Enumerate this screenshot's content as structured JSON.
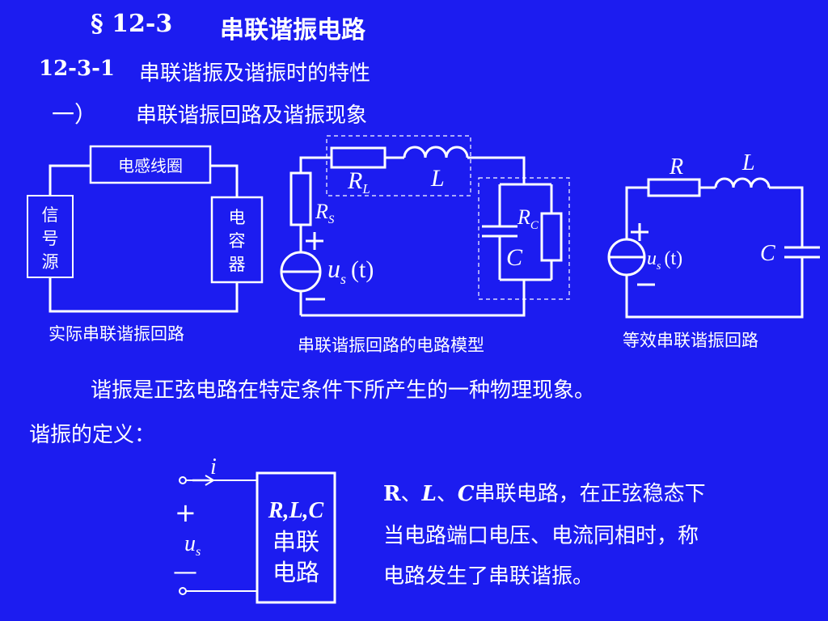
{
  "colors": {
    "background": "#1c1cf0",
    "foreground": "#ffffff"
  },
  "heading": {
    "section": "§ 12-3",
    "title": "串联谐振电路"
  },
  "subheading": {
    "number": "12-3-1",
    "title": "串联谐振及谐振时的特性"
  },
  "part": {
    "marker": "一）",
    "title": "串联谐振回路及谐振现象"
  },
  "fig1": {
    "coil_label": "电感线圈",
    "source_label": "信\n号\n源",
    "capacitor_label": "电\n容\n器",
    "caption": "实际串联谐振回路"
  },
  "fig2": {
    "RL": "R",
    "RL_sub": "L",
    "L": "L",
    "RS": "R",
    "RS_sub": "S",
    "RC": "R",
    "RC_sub": "C",
    "C": "C",
    "plus": "+",
    "minus": "−",
    "source": "u",
    "source_sub": "s",
    "source_arg": "(t)",
    "caption": "串联谐振回路的电路模型"
  },
  "fig3": {
    "R": "R",
    "L": "L",
    "C": "C",
    "plus": "+",
    "minus": "−",
    "source": "u",
    "source_sub": "s",
    "source_arg": "(t)",
    "caption": "等效串联谐振回路"
  },
  "statement": "谐振是正弦电路在特定条件下所产生的一种物理现象。",
  "definition_label": "谐振的定义：",
  "fig4": {
    "current": "i",
    "plus": "+",
    "voltage": "u",
    "voltage_sub": "s",
    "minus": "—",
    "box_line1": "R,L,C",
    "box_line2": "串联",
    "box_line3": "电路"
  },
  "definition_text": {
    "line1_R": "R",
    "line1_sep1": "、",
    "line1_L": "L",
    "line1_sep2": "、",
    "line1_C": "C",
    "line1_rest": "串联电路，在正弦稳态下",
    "line2": "当电路端口电压、电流同相时，称",
    "line3": "电路发生了串联谐振。"
  }
}
